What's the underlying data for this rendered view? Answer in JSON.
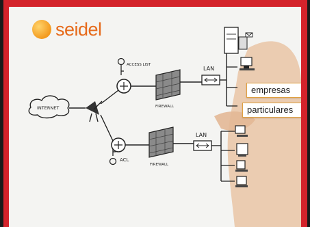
{
  "brand": {
    "name": "seidel",
    "logo_icon": "orange-circle-logo-icon",
    "color": "#e66a1b"
  },
  "frame_color": "#d4232b",
  "diagram": {
    "internet_label": "INTERNET",
    "access_list_label": "ACCESS LIST",
    "acl_label": "ACL",
    "firewall_top_label": "FIREWALL",
    "firewall_bottom_label": "FIREWALL",
    "lan_top_label": "LAN",
    "lan_bottom_label": "LAN"
  },
  "buttons": {
    "empresas": "empresas",
    "particulares": "particulares"
  }
}
